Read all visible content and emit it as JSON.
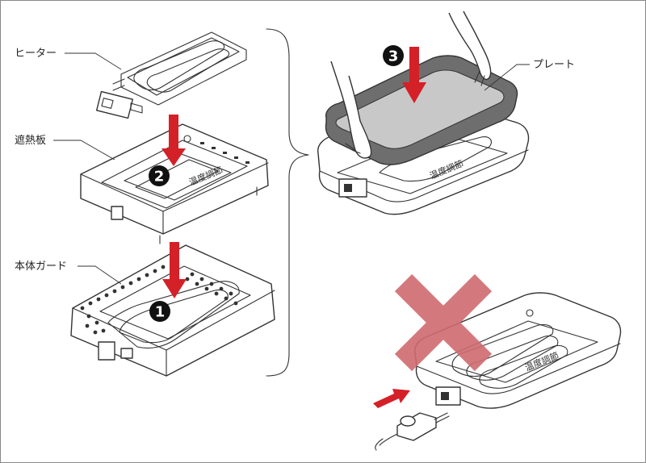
{
  "labels": {
    "heater": "ヒーター",
    "shield": "遮熱板",
    "guard": "本体ガード",
    "plate": "プレート"
  },
  "steps": {
    "one": "1",
    "two": "2",
    "three": "3"
  },
  "colors": {
    "arrow": "#d42027",
    "cross": "#cf6b6f",
    "plate_fill": "#c8c8c8",
    "plate_rim": "#6e6e6e",
    "outline": "#333333",
    "frame": "#888888"
  },
  "icons": {
    "wrong": "cross-mark-icon",
    "insert": "insert-arrow-icon"
  }
}
